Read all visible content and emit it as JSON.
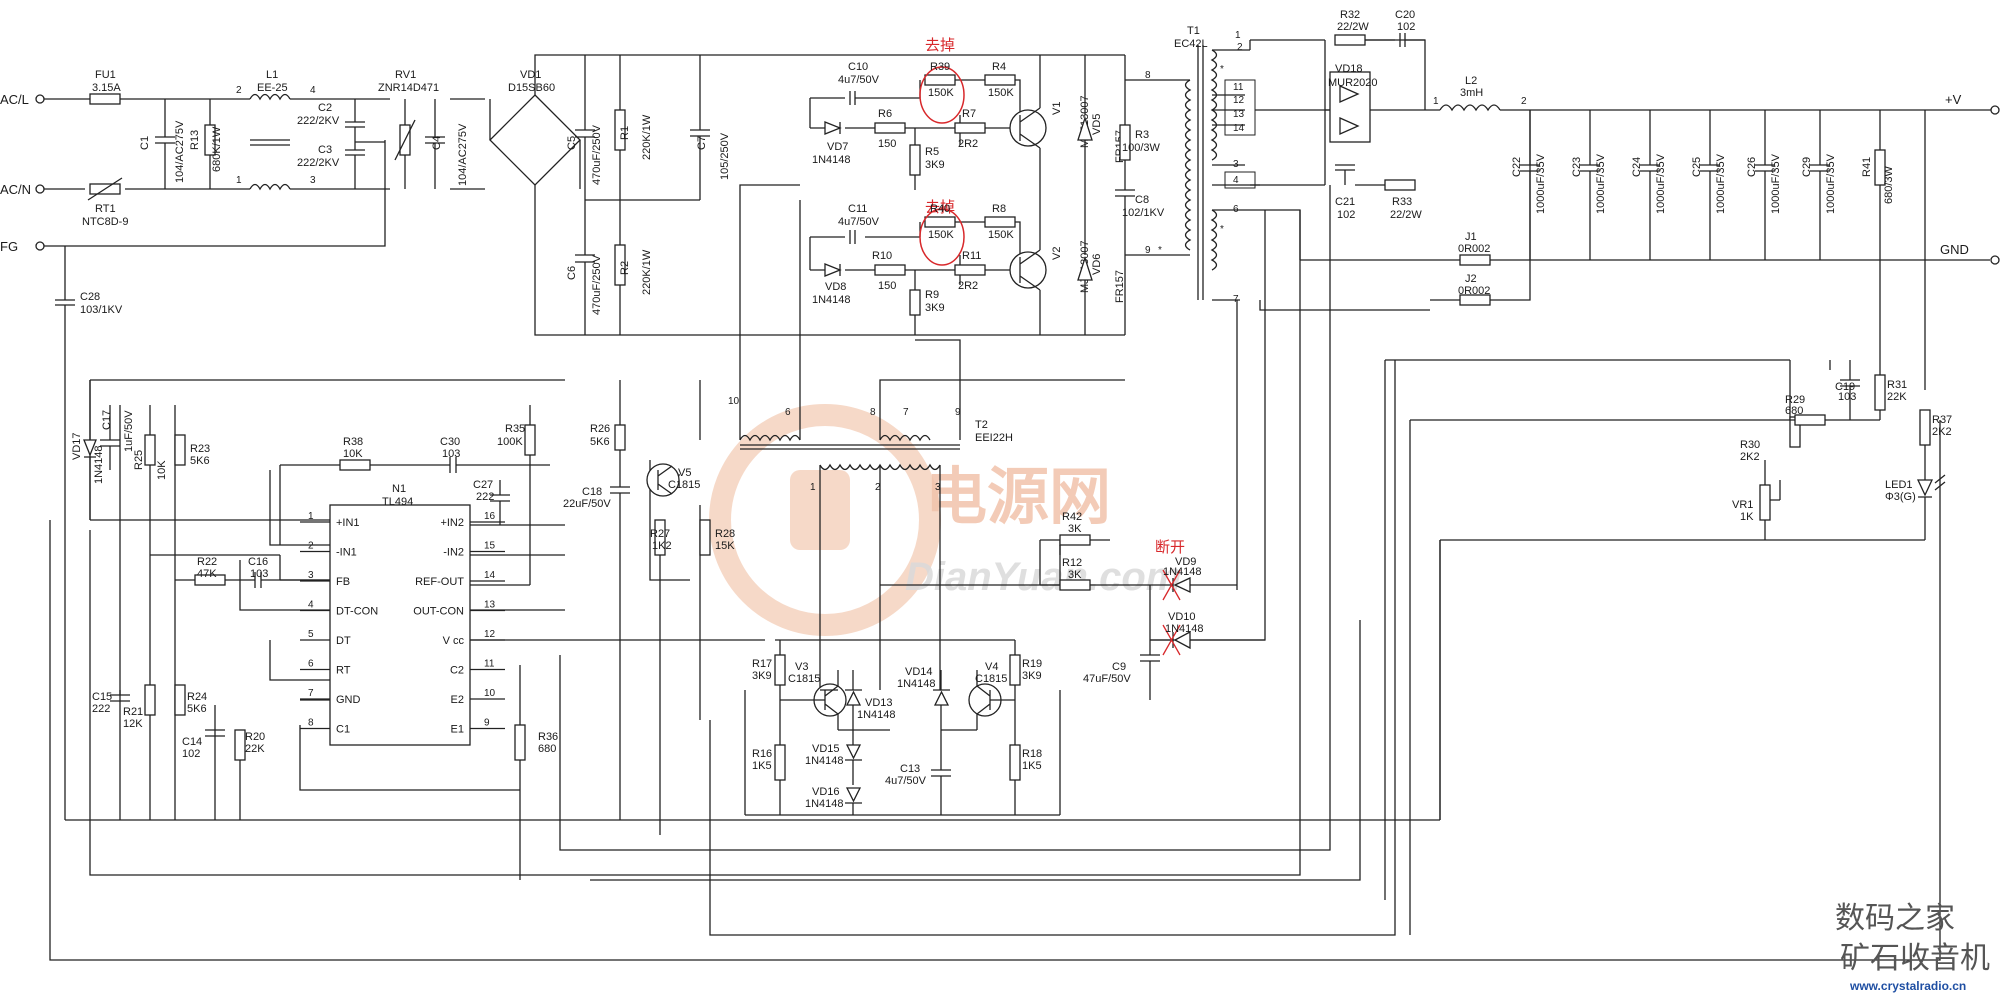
{
  "colors": {
    "line": "#222222",
    "annotation": "#d8282b",
    "watermark": "#f1c3ab",
    "credit": "#1f4fa3"
  },
  "terminals": {
    "acl": "AC/L",
    "acn": "AC/N",
    "fg": "FG",
    "vout": "+V",
    "gnd": "GND"
  },
  "components": {
    "fu1": {
      "ref": "FU1",
      "val": "3.15A"
    },
    "l1": {
      "ref": "L1",
      "val": "EE-25"
    },
    "rv1": {
      "ref": "RV1",
      "val": "ZNR14D471"
    },
    "vd1": {
      "ref": "VD1",
      "val": "D15SB60"
    },
    "c1": {
      "ref": "C1",
      "val": "104/AC275V"
    },
    "r13": {
      "ref": "R13",
      "val": "680K/1W"
    },
    "c2": {
      "ref": "C2",
      "val": "222/2KV"
    },
    "c3": {
      "ref": "C3",
      "val": "222/2KV"
    },
    "c4": {
      "ref": "C4",
      "val": "104/AC275V"
    },
    "rt1": {
      "ref": "RT1",
      "val": "NTC8D-9"
    },
    "c28": {
      "ref": "C28",
      "val": "103/1KV"
    },
    "c5": {
      "ref": "C5",
      "val": "470uF/250V"
    },
    "c6": {
      "ref": "C6",
      "val": "470uF/250V"
    },
    "r1": {
      "ref": "R1",
      "val": "220K/1W"
    },
    "r2": {
      "ref": "R2",
      "val": "220K/1W"
    },
    "c7": {
      "ref": "C7",
      "val": "105/250V"
    },
    "c10": {
      "ref": "C10",
      "val": "4u7/50V"
    },
    "c11": {
      "ref": "C11",
      "val": "4u7/50V"
    },
    "r39": {
      "ref": "R39",
      "val": "150K"
    },
    "r40": {
      "ref": "R40",
      "val": "150K"
    },
    "r4": {
      "ref": "R4",
      "val": "150K"
    },
    "r8": {
      "ref": "R8",
      "val": "150K"
    },
    "r6": {
      "ref": "R6",
      "val": "150"
    },
    "r10": {
      "ref": "R10",
      "val": "150"
    },
    "r7": {
      "ref": "R7",
      "val": "2R2"
    },
    "r11": {
      "ref": "R11",
      "val": "2R2"
    },
    "r5": {
      "ref": "R5",
      "val": "3K9"
    },
    "r9": {
      "ref": "R9",
      "val": "3K9"
    },
    "vd7": {
      "ref": "VD7",
      "val": "1N4148"
    },
    "vd8": {
      "ref": "VD8",
      "val": "1N4148"
    },
    "v1": {
      "ref": "V1",
      "val": "MJE13007"
    },
    "v2": {
      "ref": "V2",
      "val": "MJE13007"
    },
    "vd5": {
      "ref": "VD5",
      "val": "FR157"
    },
    "vd6": {
      "ref": "VD6",
      "val": "FR157"
    },
    "r3": {
      "ref": "R3",
      "val": "100/3W"
    },
    "c8": {
      "ref": "C8",
      "val": "102/1KV"
    },
    "t1": {
      "ref": "T1",
      "val": "EC42L"
    },
    "r32": {
      "ref": "R32",
      "val": "22/2W"
    },
    "c20": {
      "ref": "C20",
      "val": "102"
    },
    "vd18": {
      "ref": "VD18",
      "val": "MUR2020"
    },
    "c21": {
      "ref": "C21",
      "val": "102"
    },
    "r33": {
      "ref": "R33",
      "val": "22/2W"
    },
    "l2": {
      "ref": "L2",
      "val": "3mH"
    },
    "c22": {
      "ref": "C22",
      "val": "1000uF/35V"
    },
    "c23": {
      "ref": "C23",
      "val": "1000uF/35V"
    },
    "c24": {
      "ref": "C24",
      "val": "1000uF/35V"
    },
    "c25": {
      "ref": "C25",
      "val": "1000uF/35V"
    },
    "c26": {
      "ref": "C26",
      "val": "1000uF/35V"
    },
    "c29": {
      "ref": "C29",
      "val": "1000uF/35V"
    },
    "r41": {
      "ref": "R41",
      "val": "680/3W"
    },
    "j1": {
      "ref": "J1",
      "val": "0R002"
    },
    "j2": {
      "ref": "J2",
      "val": "0R002"
    },
    "t2": {
      "ref": "T2",
      "val": "EEI22H"
    },
    "r29": {
      "ref": "R29",
      "val": "680"
    },
    "c19": {
      "ref": "C19",
      "val": "103"
    },
    "r31": {
      "ref": "R31",
      "val": "22K"
    },
    "r30": {
      "ref": "R30",
      "val": "2K2"
    },
    "vr1": {
      "ref": "VR1",
      "val": "1K"
    },
    "r37": {
      "ref": "R37",
      "val": "2K2"
    },
    "led1": {
      "ref": "LED1",
      "val": "Φ3(G)"
    },
    "vd17": {
      "ref": "VD17",
      "val": "1N4148"
    },
    "c17": {
      "ref": "C17",
      "val": "1uF/50V"
    },
    "r25": {
      "ref": "R25",
      "val": "10K"
    },
    "r23": {
      "ref": "R23",
      "val": "5K6"
    },
    "r38": {
      "ref": "R38",
      "val": "10K"
    },
    "c30": {
      "ref": "C30",
      "val": "103"
    },
    "r35": {
      "ref": "R35",
      "val": "100K"
    },
    "c27": {
      "ref": "C27",
      "val": "222"
    },
    "n1": {
      "ref": "N1",
      "val": "TL494"
    },
    "r22": {
      "ref": "R22",
      "val": "47K"
    },
    "c16": {
      "ref": "C16",
      "val": "103"
    },
    "r26": {
      "ref": "R26",
      "val": "5K6"
    },
    "c18": {
      "ref": "C18",
      "val": "22uF/50V"
    },
    "v5": {
      "ref": "V5",
      "val": "C1815"
    },
    "r27": {
      "ref": "R27",
      "val": "1K2"
    },
    "r28": {
      "ref": "R28",
      "val": "15K"
    },
    "r42": {
      "ref": "R42",
      "val": "3K"
    },
    "r12": {
      "ref": "R12",
      "val": "3K"
    },
    "vd9": {
      "ref": "VD9",
      "val": "1N4148"
    },
    "vd10": {
      "ref": "VD10",
      "val": "1N4148"
    },
    "c9": {
      "ref": "C9",
      "val": "47uF/50V"
    },
    "c15": {
      "ref": "C15",
      "val": "222"
    },
    "r21": {
      "ref": "R21",
      "val": "12K"
    },
    "r24": {
      "ref": "R24",
      "val": "5K6"
    },
    "c14": {
      "ref": "C14",
      "val": "102"
    },
    "r20": {
      "ref": "R20",
      "val": "22K"
    },
    "r36": {
      "ref": "R36",
      "val": "680"
    },
    "r17": {
      "ref": "R17",
      "val": "3K9"
    },
    "r16": {
      "ref": "R16",
      "val": "1K5"
    },
    "v3": {
      "ref": "V3",
      "val": "C1815"
    },
    "vd13": {
      "ref": "VD13",
      "val": "1N4148"
    },
    "vd15": {
      "ref": "VD15",
      "val": "1N4148"
    },
    "vd16": {
      "ref": "VD16",
      "val": "1N4148"
    },
    "vd14": {
      "ref": "VD14",
      "val": "1N4148"
    },
    "v4": {
      "ref": "V4",
      "val": "C1815"
    },
    "r19": {
      "ref": "R19",
      "val": "3K9"
    },
    "r18": {
      "ref": "R18",
      "val": "1K5"
    },
    "c13": {
      "ref": "C13",
      "val": "4u7/50V"
    }
  },
  "tl494_pins": [
    {
      "num": "1",
      "name": "+IN1"
    },
    {
      "num": "2",
      "name": "-IN1"
    },
    {
      "num": "3",
      "name": "FB"
    },
    {
      "num": "4",
      "name": "DT-CON"
    },
    {
      "num": "5",
      "name": "DT"
    },
    {
      "num": "6",
      "name": "RT"
    },
    {
      "num": "7",
      "name": "GND"
    },
    {
      "num": "8",
      "name": "C1"
    },
    {
      "num": "16",
      "name": "+IN2"
    },
    {
      "num": "15",
      "name": "-IN2"
    },
    {
      "num": "14",
      "name": "REF-OUT"
    },
    {
      "num": "13",
      "name": "OUT-CON"
    },
    {
      "num": "12",
      "name": "V cc"
    },
    {
      "num": "11",
      "name": "C2"
    },
    {
      "num": "10",
      "name": "E2"
    },
    {
      "num": "9",
      "name": "E1"
    }
  ],
  "annotations": {
    "remove_1": "去掉",
    "remove_2": "去掉",
    "open_circuit": "断开"
  },
  "watermark": {
    "cn": "电源网",
    "en": "DianYuan.com"
  },
  "credit": {
    "line1": "数码之家",
    "line2": "矿石收音机",
    "url": "www.crystalradio.cn"
  }
}
